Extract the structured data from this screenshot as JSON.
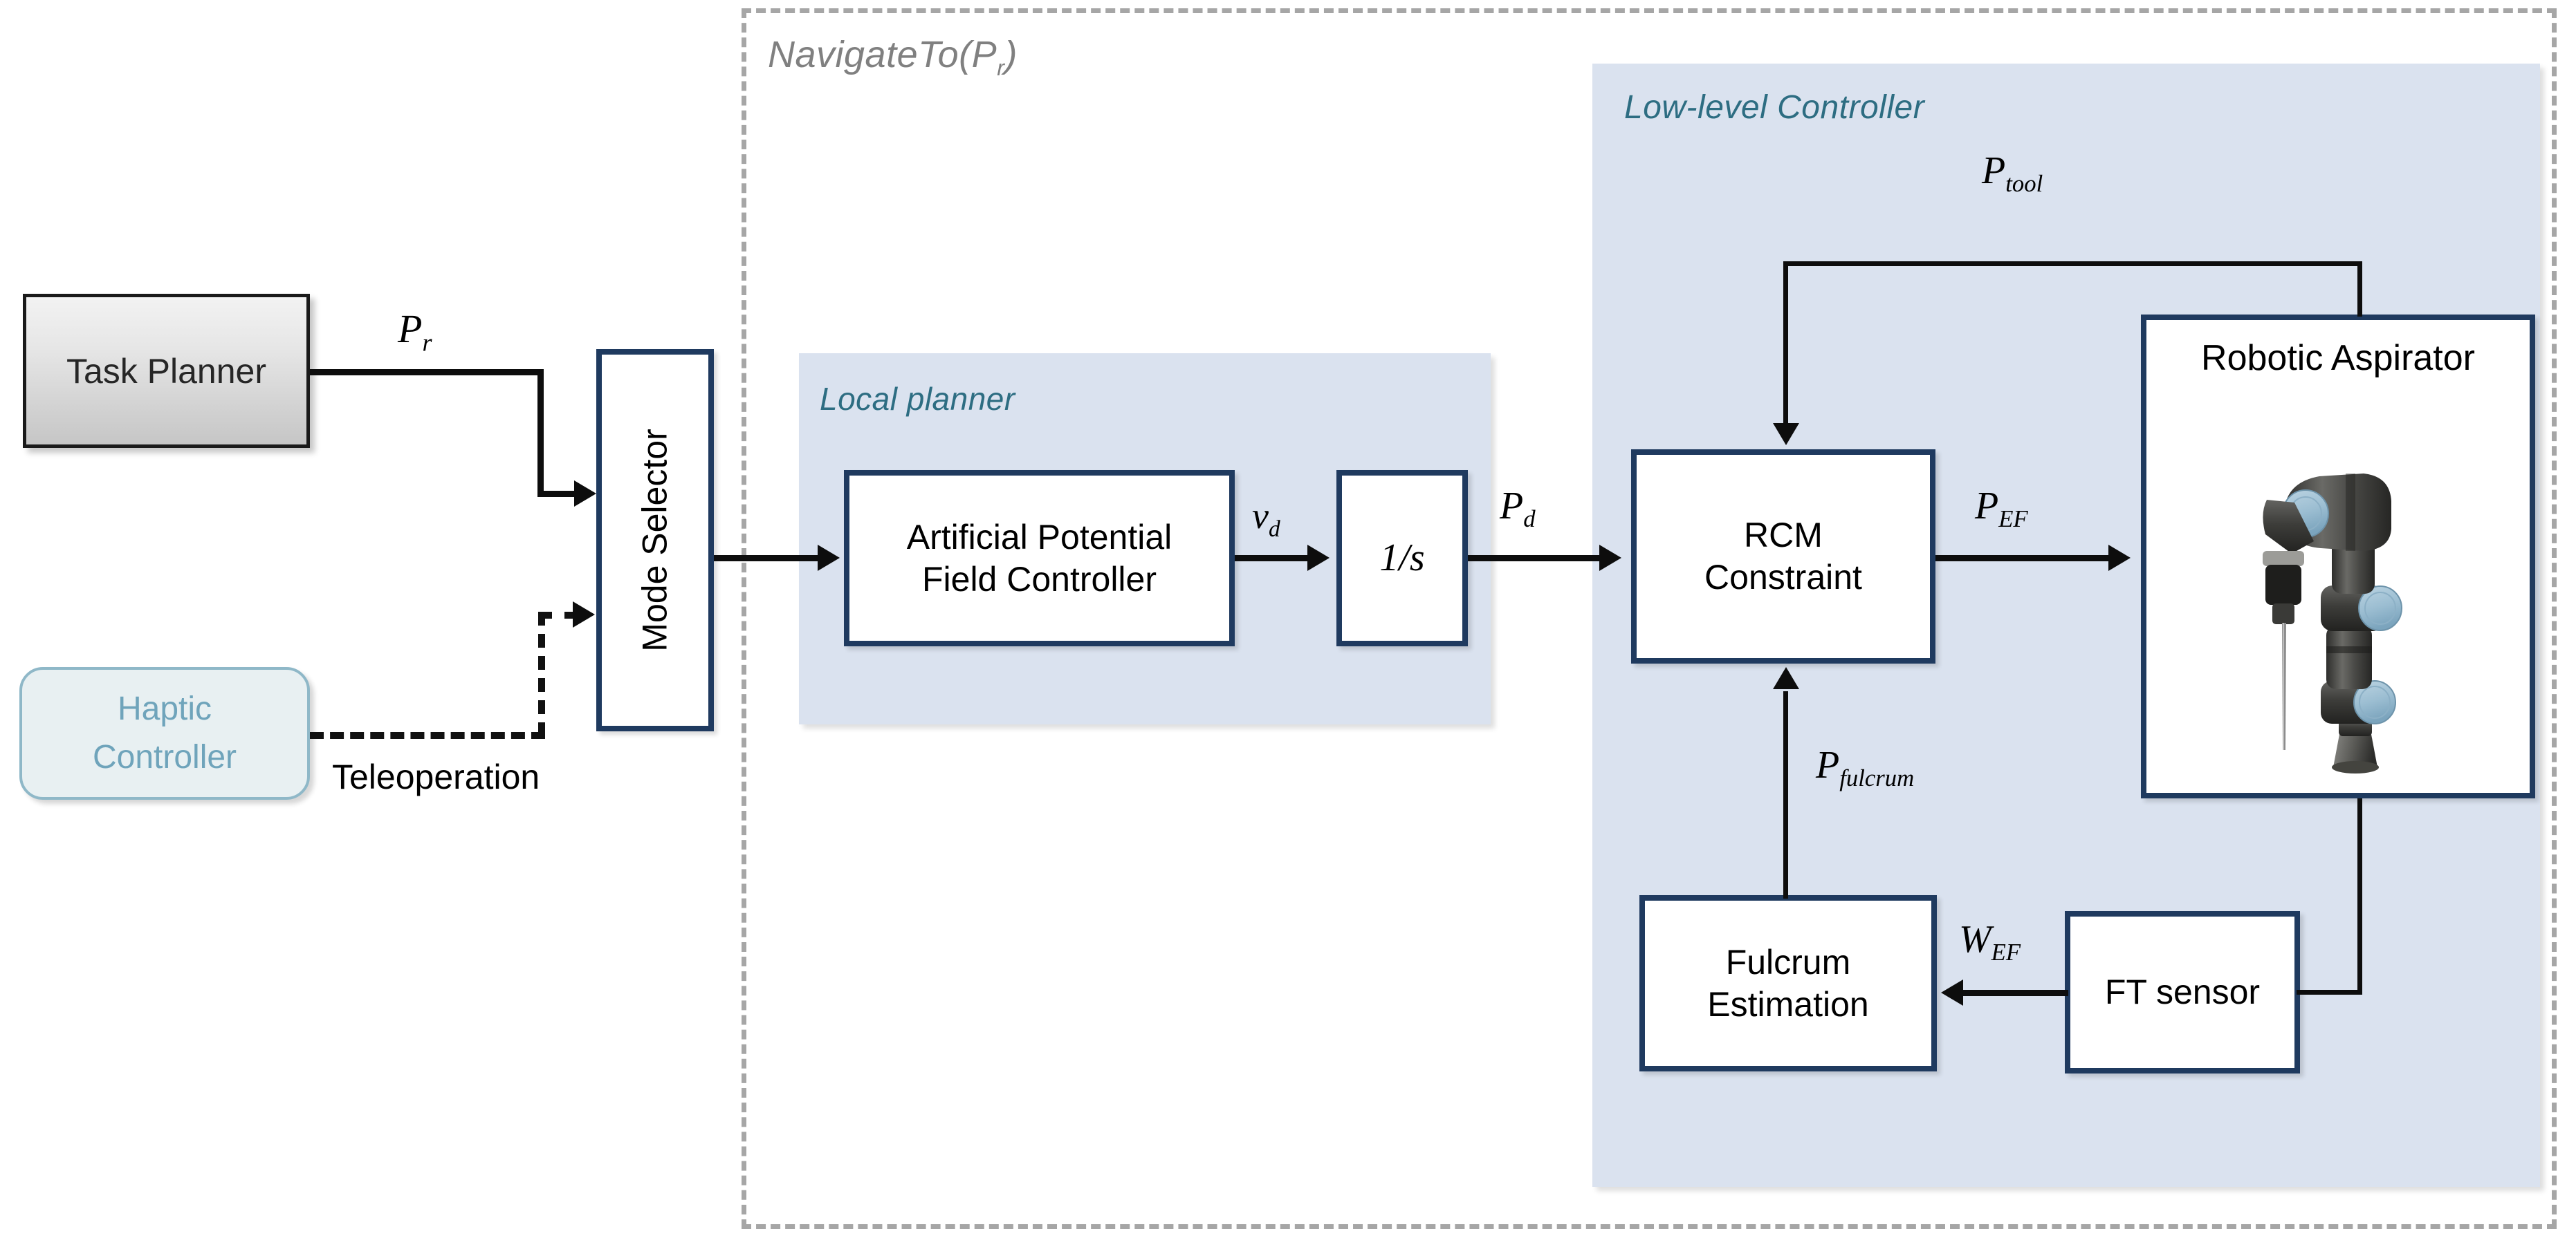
{
  "diagram": {
    "title": "Robotic aspirator control architecture block diagram",
    "colors": {
      "panel_blue": "#dae2ef",
      "block_border": "#1f3a5f",
      "dashed_border": "#a6a6a6",
      "region_label_gray": "#808080",
      "region_label_teal": "#2d6d82",
      "haptic_text": "#6fa4bb",
      "haptic_fill": "#e8f0f2",
      "wire_black": "#0d0d0d"
    }
  },
  "regions": {
    "navigate_to": {
      "label": "NavigateTo(P",
      "label_sub": "r",
      "label_close": ")"
    },
    "low_level_controller": {
      "label": "Low-level Controller"
    },
    "local_planner": {
      "label": "Local planner"
    }
  },
  "blocks": {
    "task_planner": {
      "label": "Task Planner"
    },
    "haptic_controller": {
      "line1": "Haptic",
      "line2": "Controller"
    },
    "mode_selector": {
      "label": "Mode Selector"
    },
    "apf_controller": {
      "line1": "Artificial Potential",
      "line2": "Field Controller"
    },
    "integrator": {
      "label": "1/s"
    },
    "rcm_constraint": {
      "line1": "RCM",
      "line2": "Constraint"
    },
    "robotic_aspirator": {
      "label": "Robotic Aspirator"
    },
    "fulcrum_estimation": {
      "line1": "Fulcrum",
      "line2": "Estimation"
    },
    "ft_sensor": {
      "label": "FT sensor"
    }
  },
  "signals": {
    "p_r": {
      "base": "P",
      "sub": "r"
    },
    "v_d": {
      "base": "v",
      "sub": "d"
    },
    "p_d": {
      "base": "P",
      "sub": "d"
    },
    "p_ef": {
      "base": "P",
      "sub": "EF"
    },
    "p_tool": {
      "base": "P",
      "sub": "tool"
    },
    "p_fulcrum": {
      "base": "P",
      "sub": "fulcrum"
    },
    "w_ef": {
      "base": "W",
      "sub": "EF"
    },
    "teleoperation": {
      "label": "Teleoperation"
    }
  }
}
